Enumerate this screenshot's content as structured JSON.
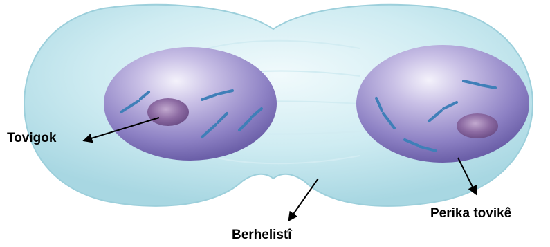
{
  "labels": {
    "nucleolus": "Tovigok",
    "furrow": "Berhelistî",
    "nuclear_envelope": "Perika tovikê"
  },
  "colors": {
    "cytoplasm_outer": "#b9e3ec",
    "cytoplasm_inner": "#e6f6f9",
    "nucleus_light": "#d9d3f0",
    "nucleus_dark": "#7b6fb3",
    "nucleolus": "#8a6aa0",
    "chromosome": "#4f90c8"
  }
}
